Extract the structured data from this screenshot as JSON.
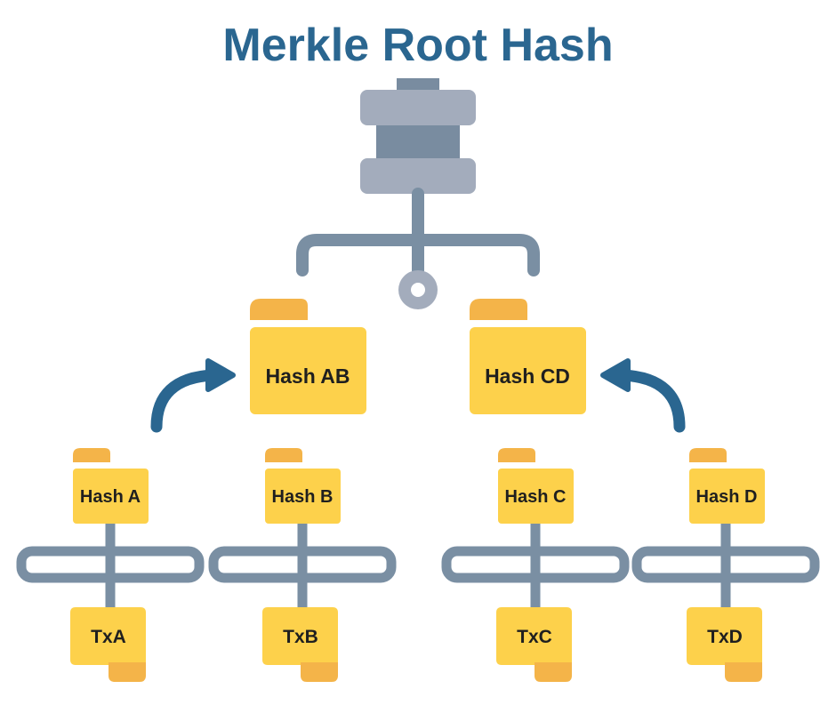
{
  "title": "Merkle Root Hash",
  "colors": {
    "title": "#2a6690",
    "arrow": "#2a6690",
    "connector": "#7a8fa3",
    "root_light": "#a3acbc",
    "root_dark": "#798ca0",
    "folder_body": "#fdd14b",
    "folder_tab": "#f4b449",
    "text": "#1f1f1f"
  },
  "icons": [
    "server-root-icon",
    "folder-icon",
    "document-icon",
    "arrow-icon"
  ],
  "tree": {
    "root": {
      "icon": "server-root-icon"
    },
    "level1": [
      {
        "label": "Hash AB",
        "children": [
          "Hash A",
          "Hash B"
        ]
      },
      {
        "label": "Hash CD",
        "children": [
          "Hash C",
          "Hash D"
        ]
      }
    ],
    "leaves": [
      {
        "hash": "Hash A",
        "tx": "TxA"
      },
      {
        "hash": "Hash B",
        "tx": "TxB"
      },
      {
        "hash": "Hash C",
        "tx": "TxC"
      },
      {
        "hash": "Hash D",
        "tx": "TxD"
      }
    ]
  }
}
